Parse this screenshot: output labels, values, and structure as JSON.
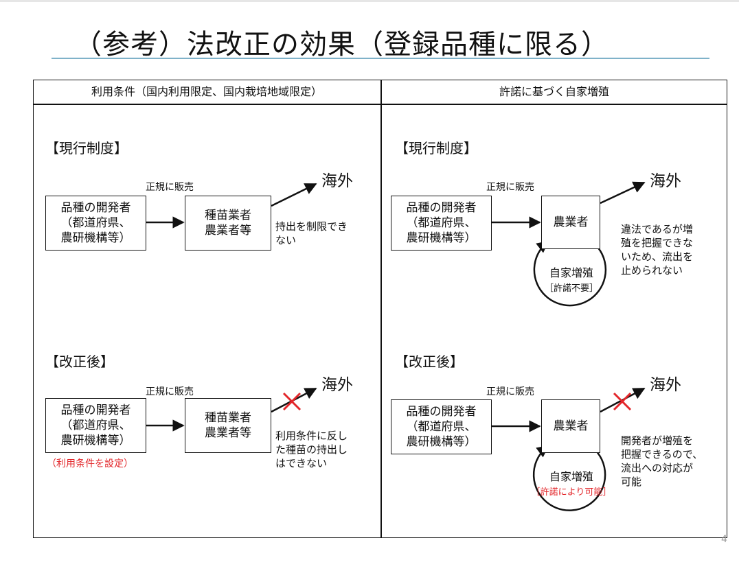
{
  "title": "（参考）法改正の効果（登録品種に限る）",
  "table": {
    "left_header": "利用条件（国内利用限定、国内栽培地域限定）",
    "right_header": "許諾に基づく自家増殖"
  },
  "left": {
    "current": {
      "section": "【現行制度】",
      "developer": "品種の開発者\n（都道府県、\n農研機構等）",
      "arrow_label": "正規に販売",
      "seller": "種苗業者\n農業者等",
      "overseas": "海外",
      "note": "持出を制限でき\nない"
    },
    "revised": {
      "section": "【改正後】",
      "developer": "品種の開発者\n（都道府県、\n農研機構等）",
      "condition": "（利用条件を設定）",
      "arrow_label": "正規に販売",
      "seller": "種苗業者\n農業者等",
      "overseas": "海外",
      "note": "利用条件に反し\nた種苗の持出し\nはできない"
    }
  },
  "right": {
    "current": {
      "section": "【現行制度】",
      "developer": "品種の開発者\n（都道府県、\n農研機構等）",
      "arrow_label": "正規に販売",
      "farmer": "農業者",
      "overseas": "海外",
      "self_propagation": "自家増殖",
      "permission": "［許諾不要］",
      "note": "違法であるが増\n殖を把握できな\nいため、流出を\n止められない"
    },
    "revised": {
      "section": "【改正後】",
      "developer": "品種の開発者\n（都道府県、\n農研機構等）",
      "arrow_label": "正規に販売",
      "farmer": "農業者",
      "overseas": "海外",
      "self_propagation": "自家増殖",
      "permission": "［許諾により可能］",
      "note": "開発者が増殖を\n把握できるので、\n流出への対応が\n可能"
    }
  },
  "page_number": "4",
  "colors": {
    "title_rule": "#7fb2c9",
    "cross": "#e3262a",
    "red_text": "#e3262a"
  }
}
